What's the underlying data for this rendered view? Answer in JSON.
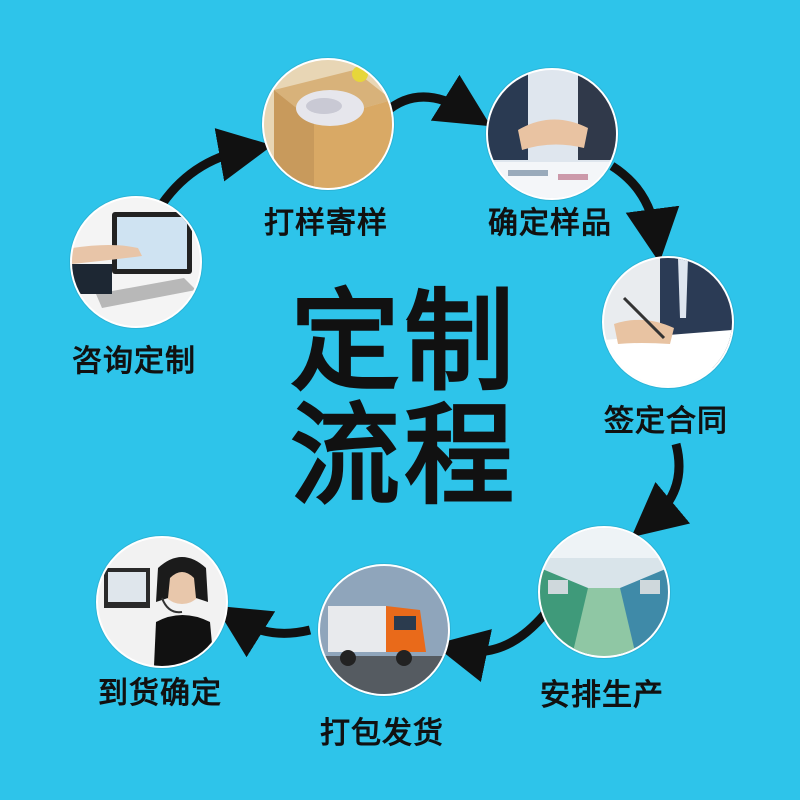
{
  "title": {
    "line1": "定制",
    "line2": "流程"
  },
  "steps": [
    {
      "label": "咨询定制",
      "icon": "laptop-typing-photo"
    },
    {
      "label": "打样寄样",
      "icon": "sample-box-photo"
    },
    {
      "label": "确定样品",
      "icon": "handshake-photo"
    },
    {
      "label": "签定合同",
      "icon": "signing-contract-photo"
    },
    {
      "label": "安排生产",
      "icon": "factory-line-photo"
    },
    {
      "label": "打包发货",
      "icon": "delivery-truck-photo"
    },
    {
      "label": "到货确定",
      "icon": "customer-service-photo"
    }
  ],
  "colors": {
    "background": "#2ec4ea",
    "text": "#111111",
    "arrow": "#111111"
  }
}
